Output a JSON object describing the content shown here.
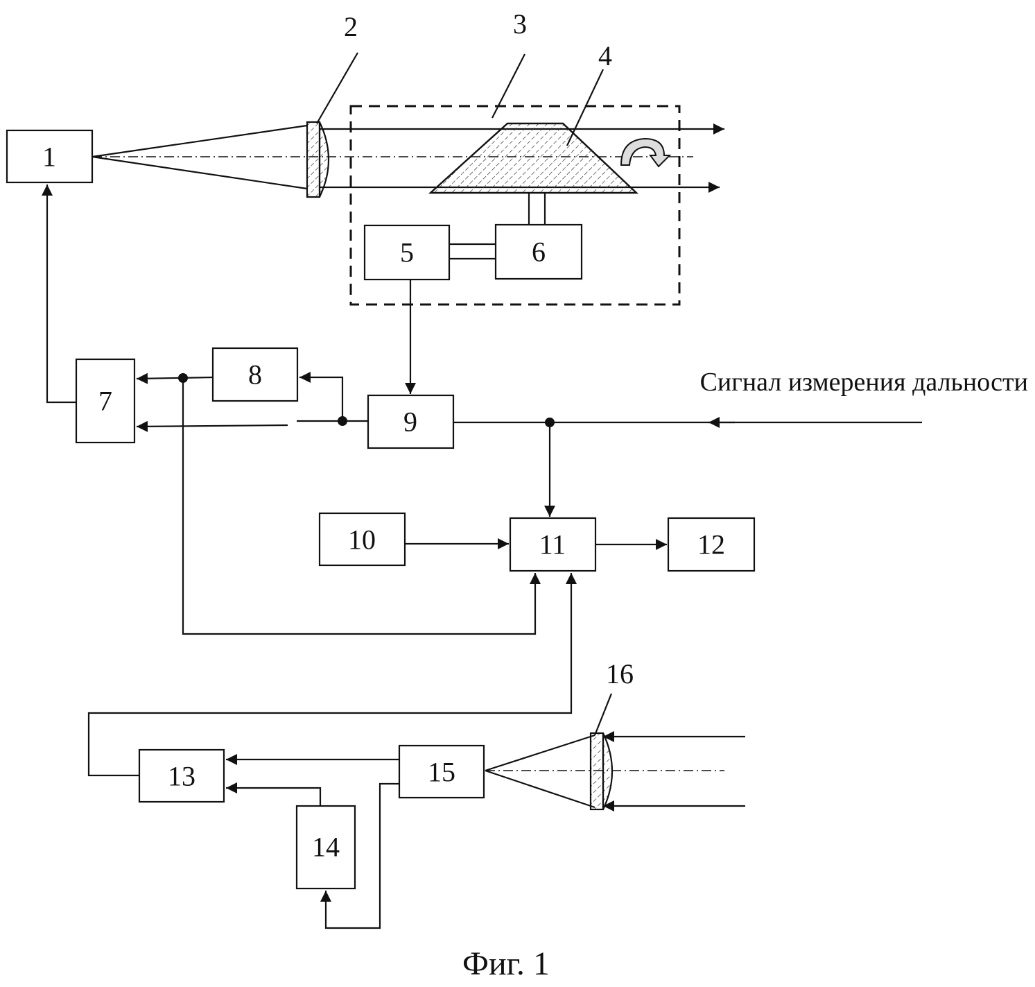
{
  "blocks": {
    "b1": "1",
    "b5": "5",
    "b6": "6",
    "b7": "7",
    "b8": "8",
    "b9": "9",
    "b10": "10",
    "b11": "11",
    "b12": "12",
    "b13": "13",
    "b14": "14",
    "b15": "15"
  },
  "callouts": {
    "c2": "2",
    "c3": "3",
    "c4": "4",
    "c16": "16"
  },
  "input_signal": "Сигнал измерения дальности",
  "caption": "Фиг. 1",
  "colors": {
    "line": "#111111",
    "background": "#ffffff"
  }
}
